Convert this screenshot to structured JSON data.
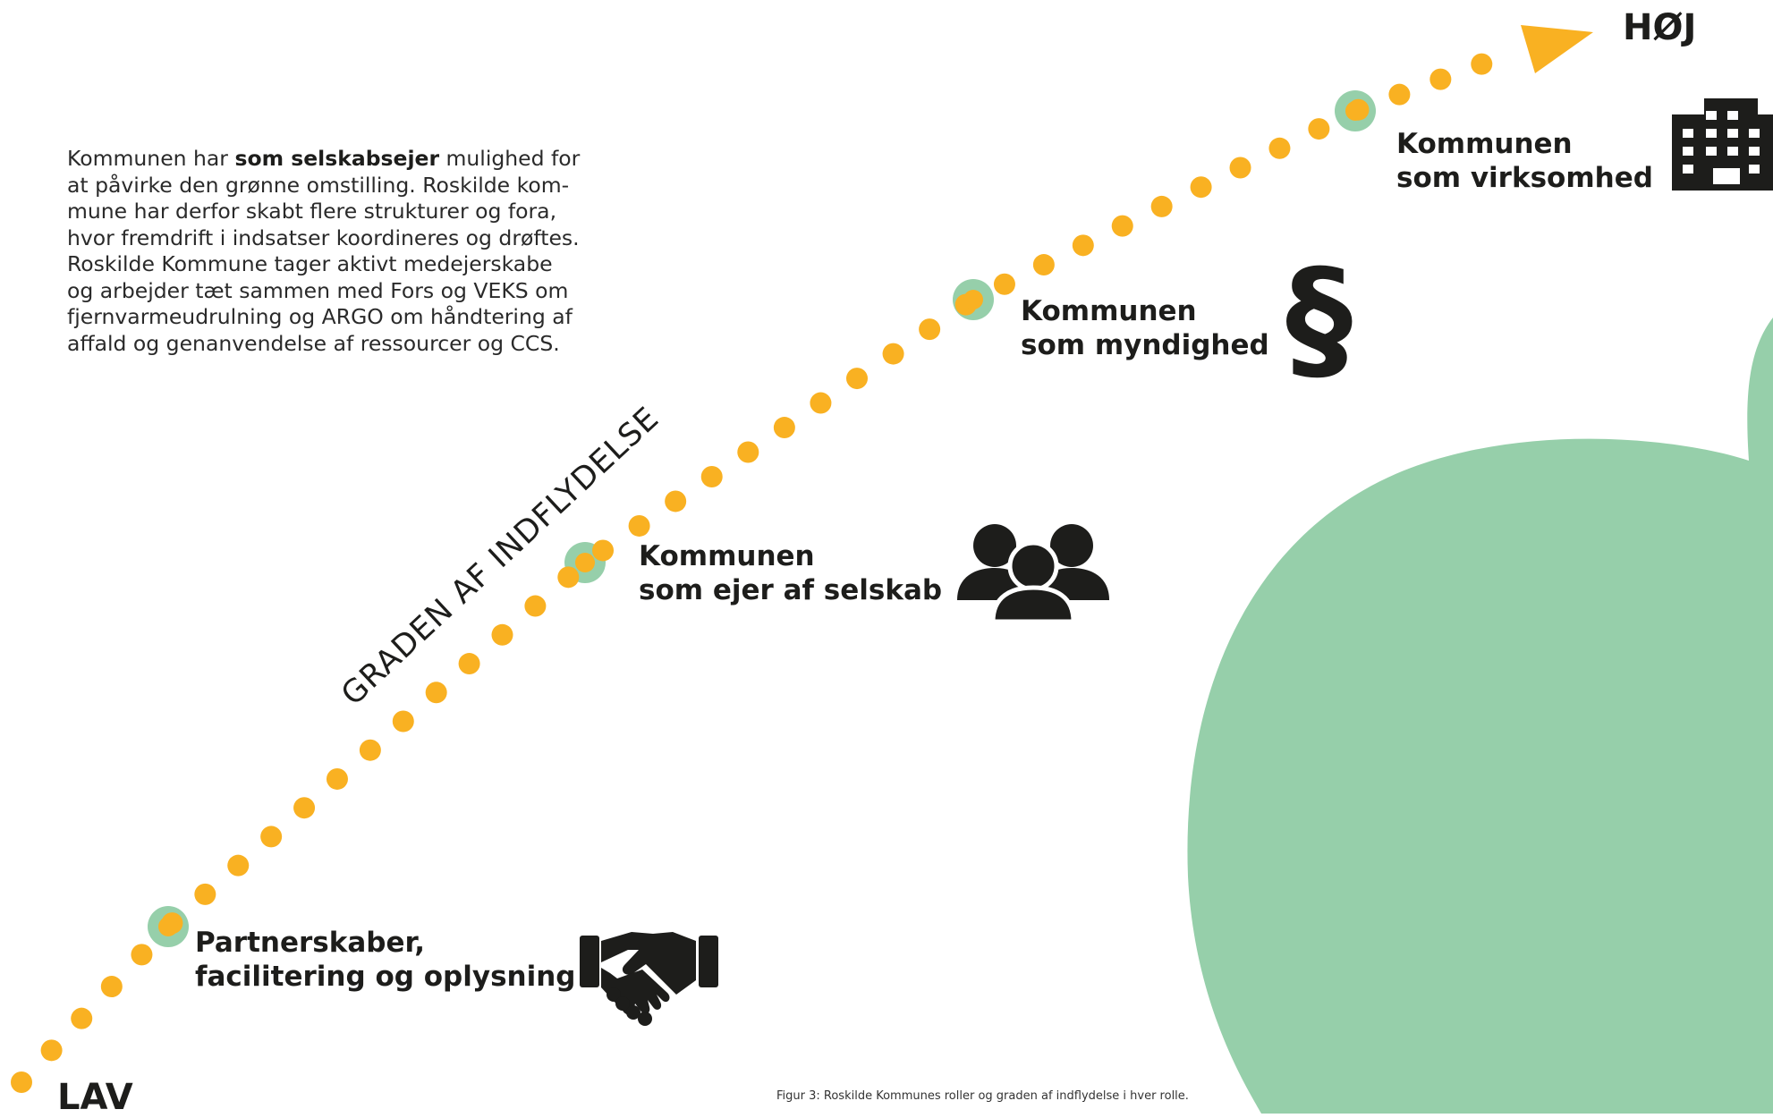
{
  "intro": {
    "before": "Kommunen har ",
    "bold": "som selskabsejer",
    "after": " mulighed for at påvirke den grønne omstilling. Roskilde kommune har derfor skabt flere strukturer og fora, hvor fremdrift i indsatser koordineres og drøftes. Roskilde Kommune tager aktivt medejerskabe og arbejder tæt sammen med Fors og VEKS om fjernvarmeudrulning og ARGO om håndtering af affald og genanvendelse af ressourcer og CCS.",
    "lines": [
      [
        "Kommunen har ",
        "som selskabsejer",
        " mulighed for"
      ],
      [
        "at påvirke den grønne omstilling. Roskilde kom-"
      ],
      [
        "mune har derfor skabt flere strukturer og fora,"
      ],
      [
        "hvor fremdrift i indsatser koordineres og drøftes."
      ],
      [
        "Roskilde Kommune tager aktivt medejerskabe"
      ],
      [
        "og arbejder tæt sammen med Fors og VEKS om"
      ],
      [
        "fjernvarmeudrulning og ARGO om håndtering af"
      ],
      [
        "affald og genanvendelse af ressourcer og CCS."
      ]
    ]
  },
  "axis_title": "GRADEN AF INDFLYDELSE",
  "low_label": "LAV",
  "high_label": "HØJ",
  "roles": [
    {
      "line1": "Partnerskaber,",
      "line2": "facilitering og oplysning",
      "icon": "handshake-icon"
    },
    {
      "line1": "Kommunen",
      "line2": "som ejer af selskab",
      "icon": "people-group-icon"
    },
    {
      "line1": "Kommunen",
      "line2": "som myndighed",
      "icon": "paragraph-icon"
    },
    {
      "line1": "Kommunen",
      "line2": "som virksomhed",
      "icon": "office-building-icon"
    }
  ],
  "caption": "Figur 3: Roskilde Kommunes roller og graden af indflydelse i hver rolle.",
  "colors": {
    "dot": "#f9b122",
    "milestone_ring": "#96cfaa",
    "background_shape": "#96cfaa",
    "text": "#1d1d1b"
  }
}
